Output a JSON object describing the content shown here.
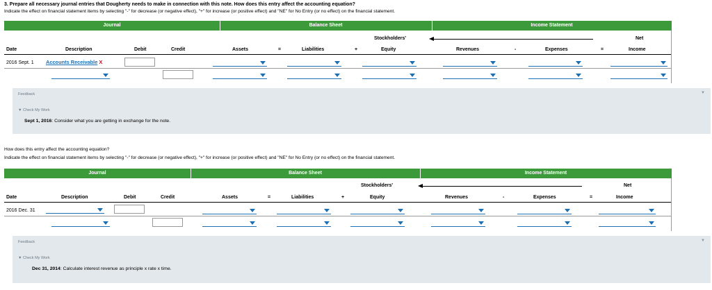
{
  "question": {
    "title": "3. Prepare all necessary journal entries that Dougherty needs to make in connection with this note. How does this entry affect the accounting equation?",
    "instruction": "Indicate the effect on financial statement items by selecting \"-\" for decrease (or negative effect), \"+\" for increase (or positive effect) and \"NE\" for No Entry (or no effect) on the financial statement."
  },
  "headers": {
    "journal": "Journal",
    "balance_sheet": "Balance Sheet",
    "income_statement": "Income Statement",
    "stockholders": "Stockholders'",
    "net": "Net",
    "date": "Date",
    "description": "Description",
    "debit": "Debit",
    "credit": "Credit",
    "assets": "Assets",
    "eq": "=",
    "liabilities": "Liabilities",
    "plus": "+",
    "equity": "Equity",
    "revenues": "Revenues",
    "minus": "-",
    "expenses": "Expenses",
    "eq2": "=",
    "income": "Income"
  },
  "entry1": {
    "date": "2016 Sept. 1",
    "account": "Accounts Receivable",
    "wrong_mark": "X",
    "feedback_label": "Feedback",
    "check_label": "▼ Check My Work",
    "feedback_date": "Sept 1, 2016",
    "feedback_text": ": Consider what you are getting in exchange for the note."
  },
  "part2": {
    "question": "How does this entry affect the accounting equation?",
    "instruction": "Indicate the effect on financial statement items by selecting \"-\" for decrease (or negative effect), \"+\" for increase (or positive effect) and \"NE\" for No Entry (or no effect) on the financial statement."
  },
  "entry2": {
    "date": "2016 Dec. 31",
    "feedback_label": "Feedback",
    "check_label": "▼ Check My Work",
    "feedback_date": "Dec 31, 2014",
    "feedback_text": ": Calculate interest revenue as principle x rate x time."
  },
  "icons": {
    "dropdown": "chevron-down-icon",
    "collapse": "triangle-down-icon"
  },
  "colors": {
    "header_green": "#3c9a3a",
    "link_blue": "#1b6fb5",
    "feedback_bg": "#e3e8ec",
    "error_red": "#d0021b"
  }
}
